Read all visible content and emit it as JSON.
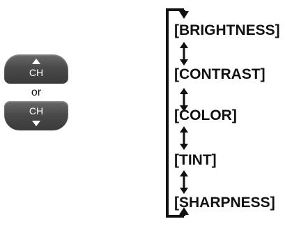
{
  "buttons": {
    "up_label": "CH",
    "or_label": "or",
    "down_label": "CH"
  },
  "menu_items": [
    "[BRIGHTNESS]",
    "[CONTRAST]",
    "[COLOR]",
    "[TINT]",
    "[SHARPNESS]"
  ],
  "colors": {
    "button": "#4a4a4a",
    "text": "#111111"
  }
}
